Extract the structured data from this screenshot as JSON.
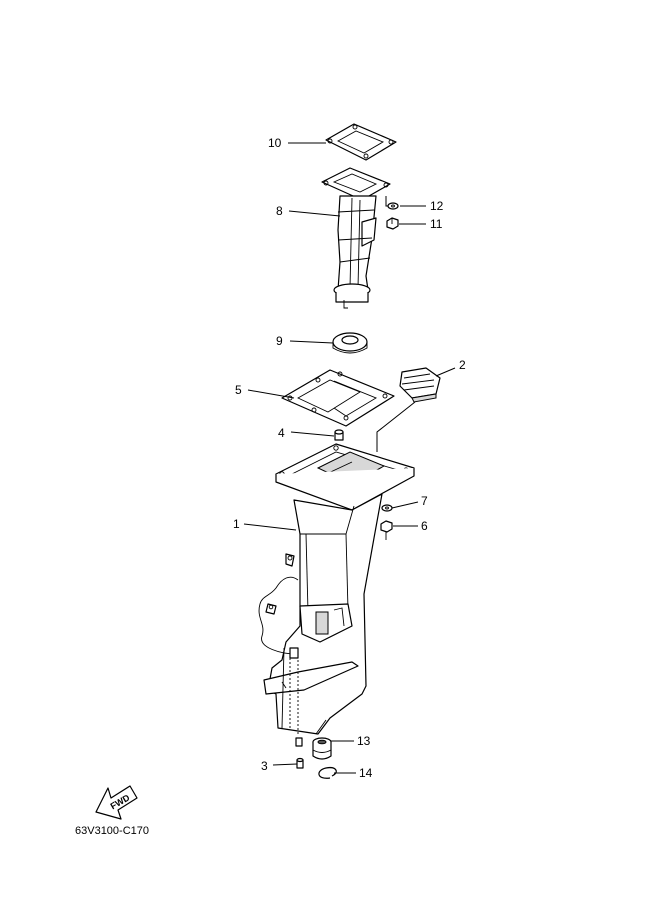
{
  "callouts": {
    "c1": "1",
    "c2": "2",
    "c3": "3",
    "c4": "4",
    "c5": "5",
    "c6": "6",
    "c7": "7",
    "c8": "8",
    "c9": "9",
    "c10": "10",
    "c11": "11",
    "c12": "12",
    "c13": "13",
    "c14": "14"
  },
  "fwd_label": "FWD",
  "diagram_code": "63V3100-C170"
}
